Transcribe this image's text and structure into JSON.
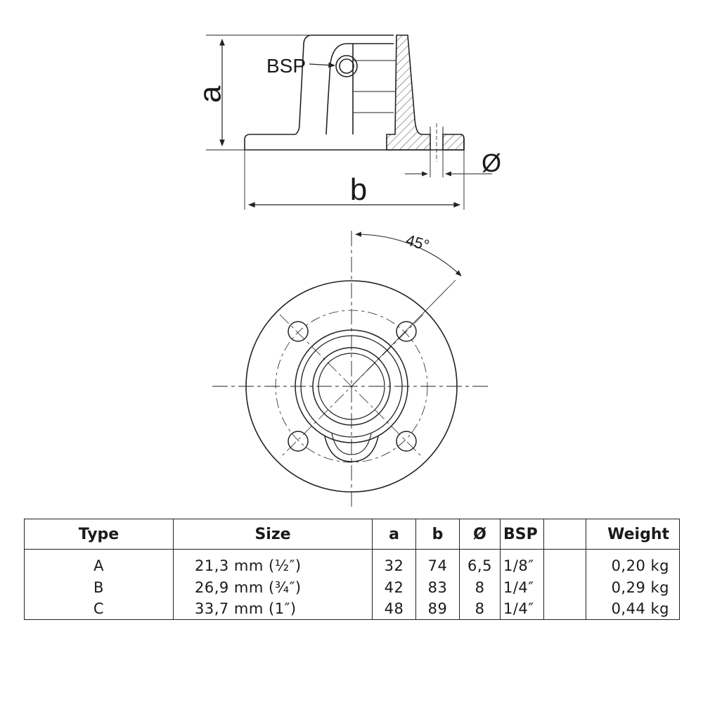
{
  "drawing": {
    "label_a": "a",
    "label_b": "b",
    "label_bsp": "BSP",
    "label_diameter": "Ø",
    "label_angle": "45°"
  },
  "table": {
    "headers": [
      "Type",
      "Size",
      "a",
      "b",
      "Ø",
      "BSP",
      "",
      "Weight"
    ],
    "rows": [
      [
        "A",
        "21,3 mm (½″)",
        "32",
        "74",
        "6,5",
        "1/8″",
        "",
        "0,20 kg"
      ],
      [
        "B",
        "26,9 mm (¾″)",
        "42",
        "83",
        "8",
        "1/4″",
        "",
        "0,29 kg"
      ],
      [
        "C",
        "33,7 mm (1″)",
        "48",
        "89",
        "8",
        "1/4″",
        "",
        "0,44 kg"
      ]
    ]
  }
}
